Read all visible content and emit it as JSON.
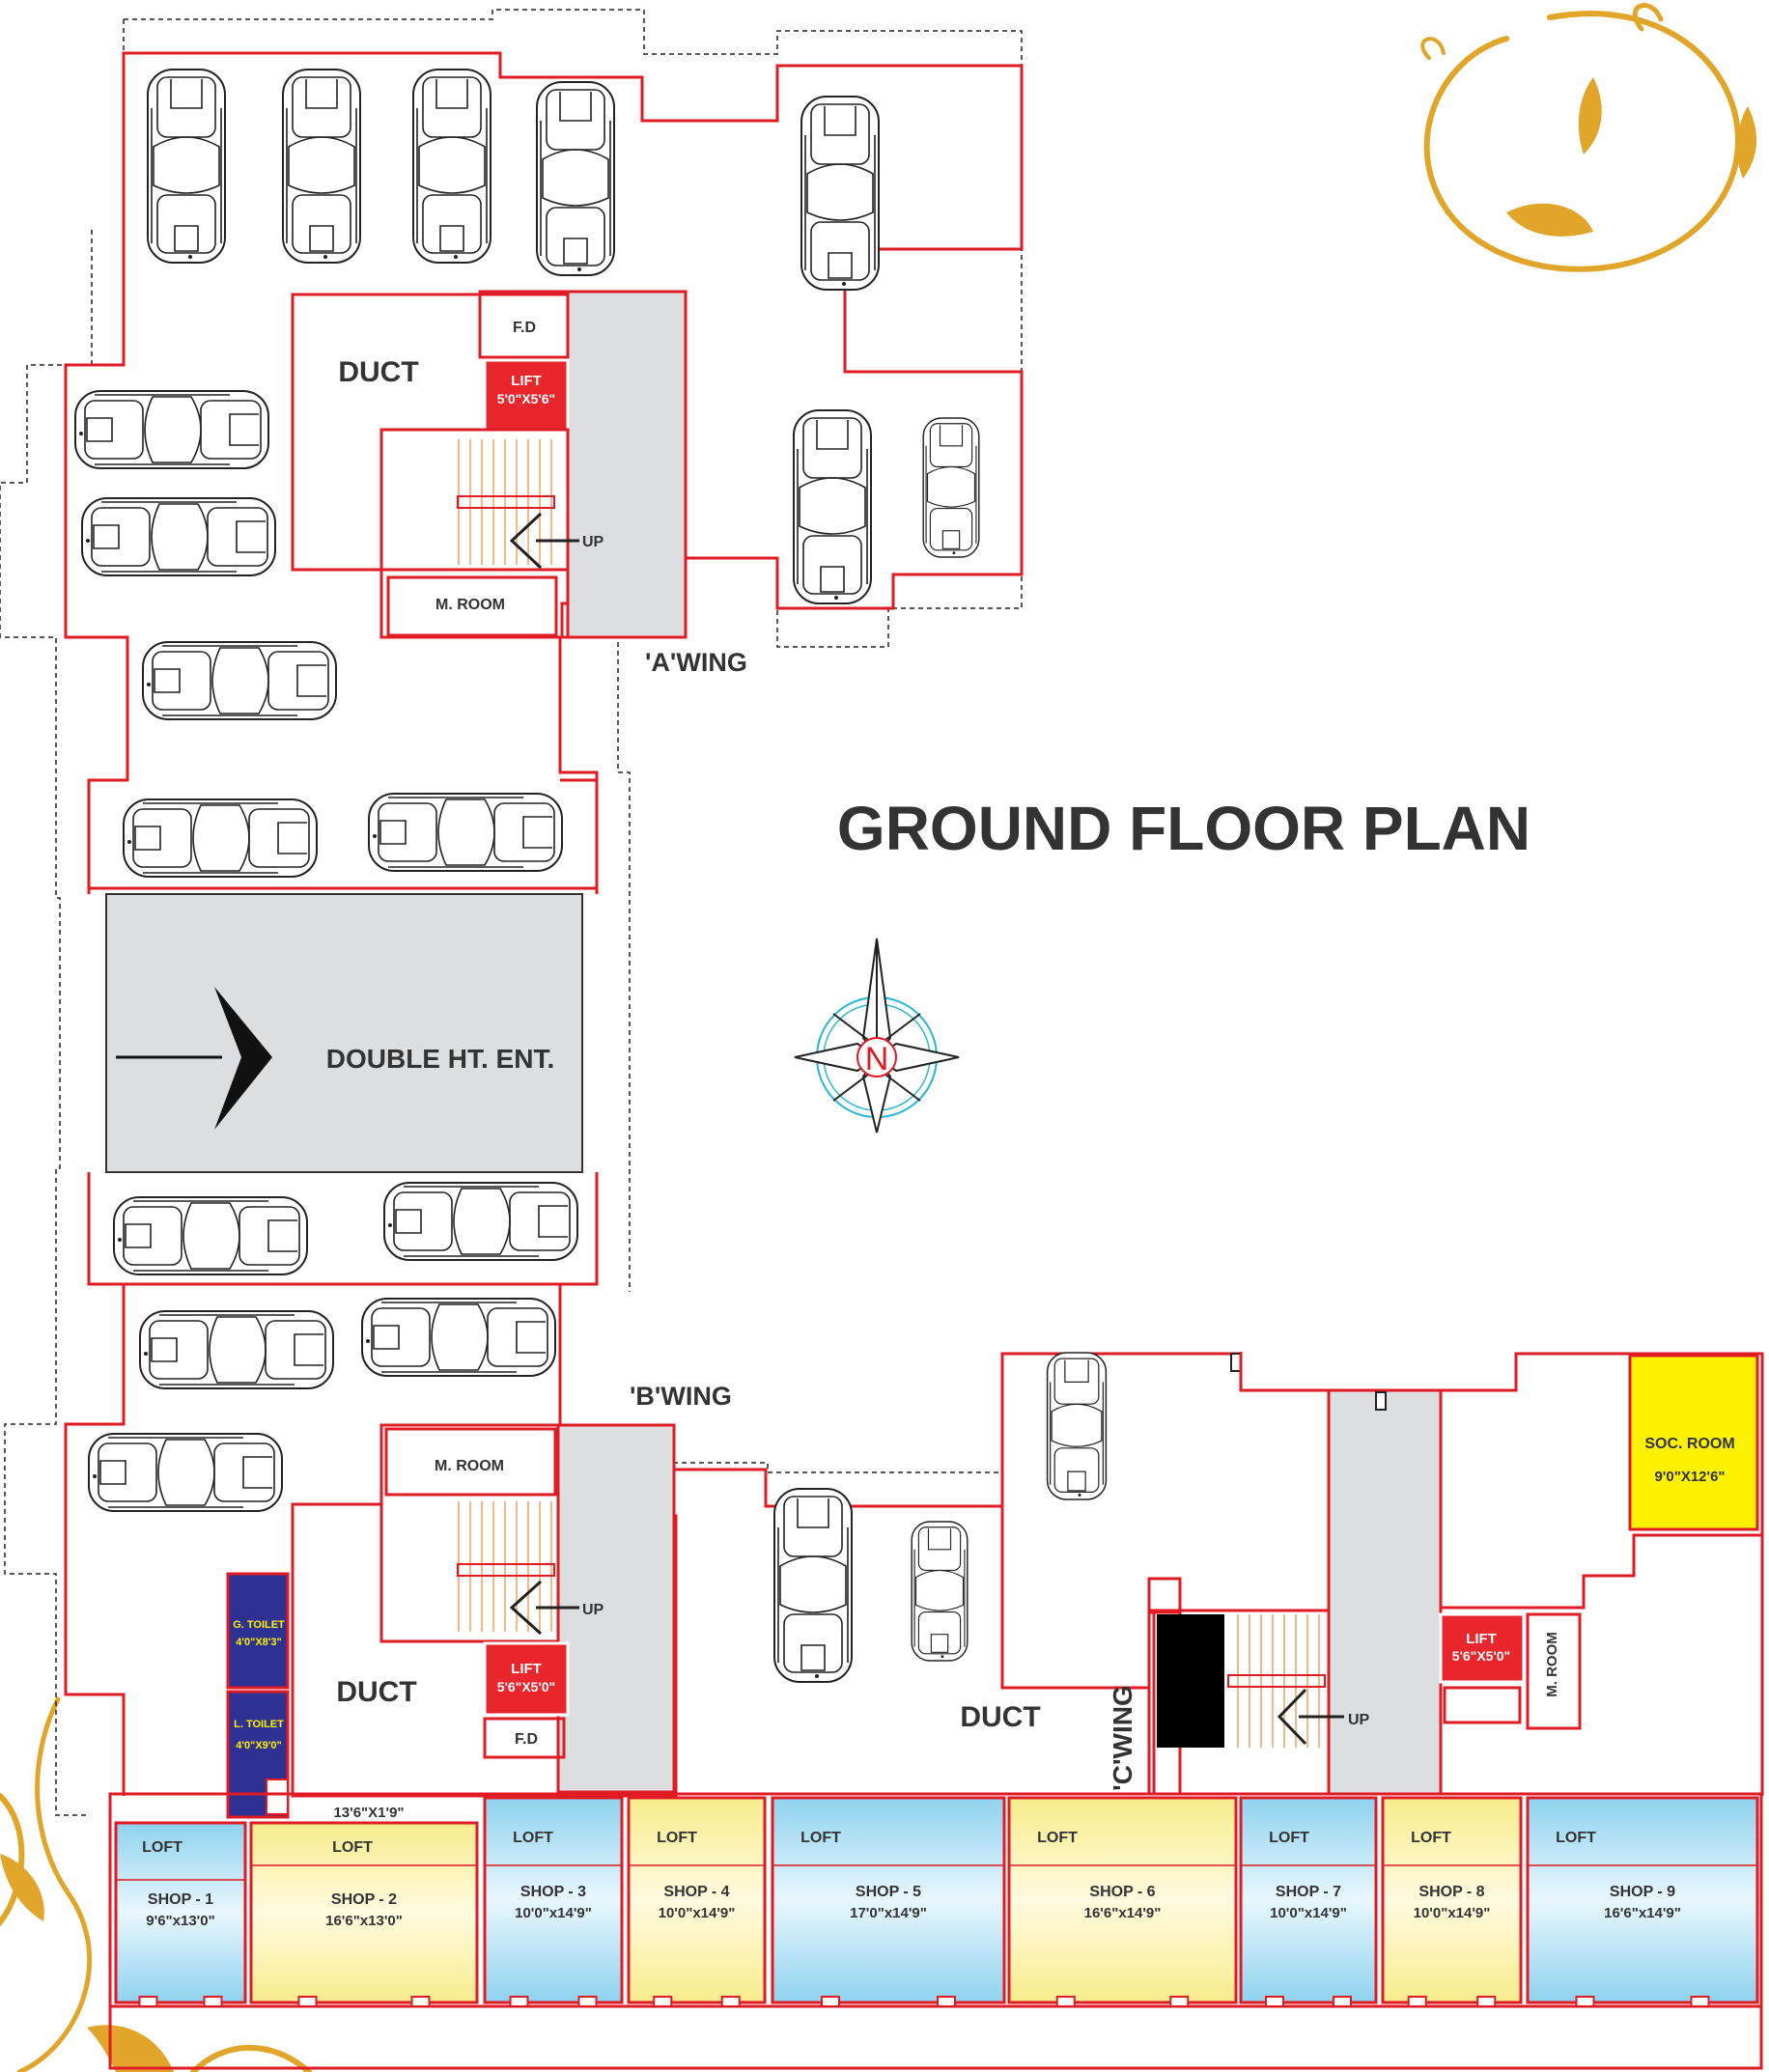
{
  "title": "GROUND FLOOR PLAN",
  "colors": {
    "wall": "#e01b24",
    "lift": "#e8262c",
    "toilet": "#2e3192",
    "soc_room": "#fff200",
    "ornament": "#e1a52a",
    "shop_blue": "#bfe6f6",
    "shop_yellow": "#fdf6b4",
    "core": "#dcdedf"
  },
  "wings": {
    "a": "'A'WING",
    "b": "'B'WING",
    "c": "'C'WING"
  },
  "compass": {
    "letter": "N"
  },
  "entrance": {
    "label": "DOUBLE HT. ENT."
  },
  "a_wing": {
    "duct": "DUCT",
    "fd": "F.D",
    "lift_title": "LIFT",
    "lift_size": "5'0\"X5'6\"",
    "mroom": "M. ROOM",
    "up": "UP"
  },
  "b_wing": {
    "duct": "DUCT",
    "fd": "F.D",
    "lift_title": "LIFT",
    "lift_size": "5'6\"X5'0\"",
    "mroom": "M. ROOM",
    "up": "UP",
    "g_toilet": "G. TOILET",
    "g_toilet_size": "4'0\"X8'3\"",
    "l_toilet": "L. TOILET",
    "l_toilet_size": "4'0\"X9'0\""
  },
  "c_wing": {
    "duct": "DUCT",
    "lift_title": "LIFT",
    "lift_size": "5'6\"X5'0\"",
    "mroom": "M. ROOM",
    "up": "UP",
    "soc_room": "SOC. ROOM",
    "soc_size": "9'0\"X12'6\""
  },
  "loft_note": "13'6\"X1'9\"",
  "shops": [
    {
      "loft": "LOFT",
      "name": "SHOP - 1",
      "size": "9'6\"x13'0\"",
      "color": "blue"
    },
    {
      "loft": "LOFT",
      "name": "SHOP - 2",
      "size": "16'6\"x13'0\"",
      "color": "yellow"
    },
    {
      "loft": "LOFT",
      "name": "SHOP - 3",
      "size": "10'0\"x14'9\"",
      "color": "blue"
    },
    {
      "loft": "LOFT",
      "name": "SHOP - 4",
      "size": "10'0\"x14'9\"",
      "color": "yellow"
    },
    {
      "loft": "LOFT",
      "name": "SHOP - 5",
      "size": "17'0\"x14'9\"",
      "color": "blue"
    },
    {
      "loft": "LOFT",
      "name": "SHOP - 6",
      "size": "16'6\"x14'9\"",
      "color": "yellow"
    },
    {
      "loft": "LOFT",
      "name": "SHOP - 7",
      "size": "10'0\"x14'9\"",
      "color": "blue"
    },
    {
      "loft": "LOFT",
      "name": "SHOP - 8",
      "size": "10'0\"x14'9\"",
      "color": "yellow"
    },
    {
      "loft": "LOFT",
      "name": "SHOP - 9",
      "size": "16'6\"x14'9\"",
      "color": "blue"
    }
  ]
}
